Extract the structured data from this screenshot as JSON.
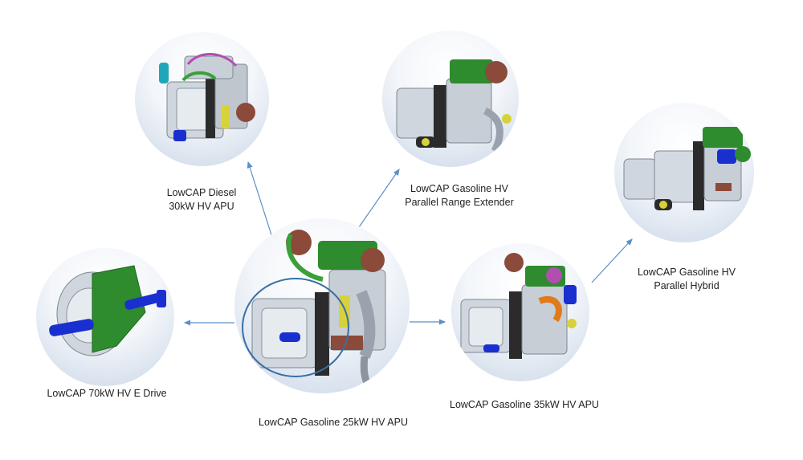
{
  "nodes": {
    "center": {
      "line1": "LowCAP Gasoline 25kW HV APU"
    },
    "diesel": {
      "line1": "LowCAP Diesel",
      "line2": "30kW HV APU"
    },
    "range_extender": {
      "line1": "LowCAP Gasoline HV",
      "line2": "Parallel Range Extender"
    },
    "parallel_hybrid": {
      "line1": "LowCAP Gasoline HV",
      "line2": "Parallel Hybrid"
    },
    "apu35": {
      "line1": "LowCAP Gasoline 35kW HV APU"
    },
    "edrive": {
      "line1": "LowCAP 70kW HV E Drive"
    }
  },
  "colors": {
    "arrow": "#5b8fc7",
    "highlight_ring": "#3a6ea5",
    "housing": "#cfd6de",
    "green_parts": "#2e8b2e",
    "blue_parts": "#1a2fd0",
    "brown_parts": "#8b4a3a",
    "dark_rotor": "#2b2b2b"
  }
}
